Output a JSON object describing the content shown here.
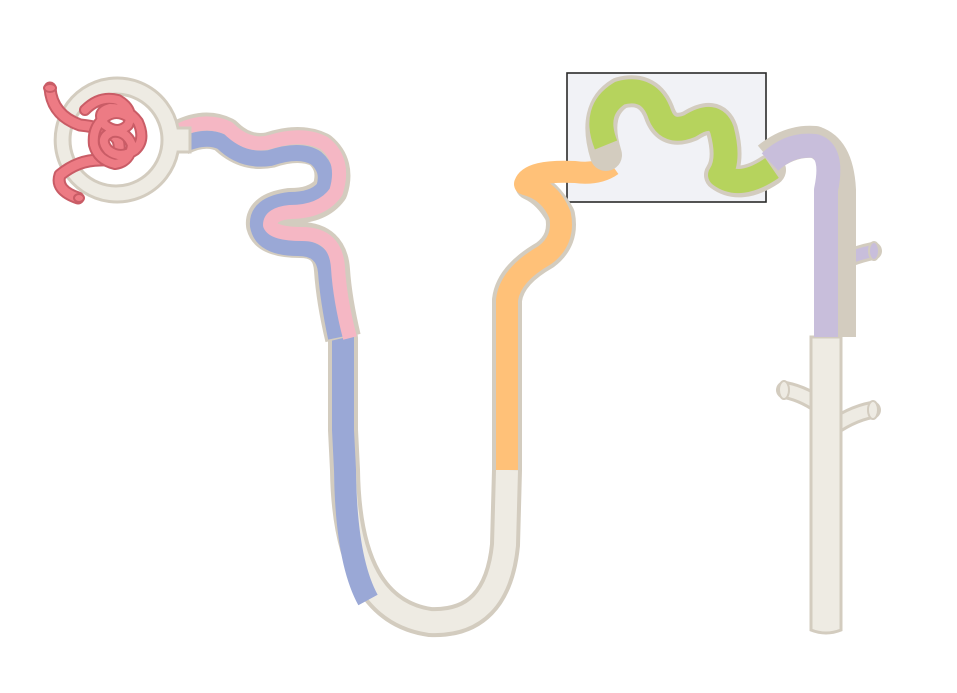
{
  "diagram": {
    "subject": "nephron",
    "colors": {
      "background": "#ffffff",
      "outline": "#d3ccbf",
      "capsule": "#eeebe3",
      "glomerulus": "#ed7b84",
      "glomerulus_outline": "#c95c66",
      "pink": "#f5b7c4",
      "blue": "#9aa8d6",
      "orange": "#ffc178",
      "green": "#b6d35d",
      "lavender": "#c8bedb",
      "highlight_box_fill": "#f1f2f6",
      "highlight_box_stroke": "#2a2a2a"
    },
    "segments": [
      "glomerulus",
      "bowmans-capsule",
      "proximal-convoluted-tubule",
      "descending-limb",
      "loop-of-henle",
      "ascending-limb",
      "distal-convoluted-tubule",
      "connecting-tubule",
      "collecting-duct"
    ],
    "highlight": "distal-convoluted-tubule"
  }
}
